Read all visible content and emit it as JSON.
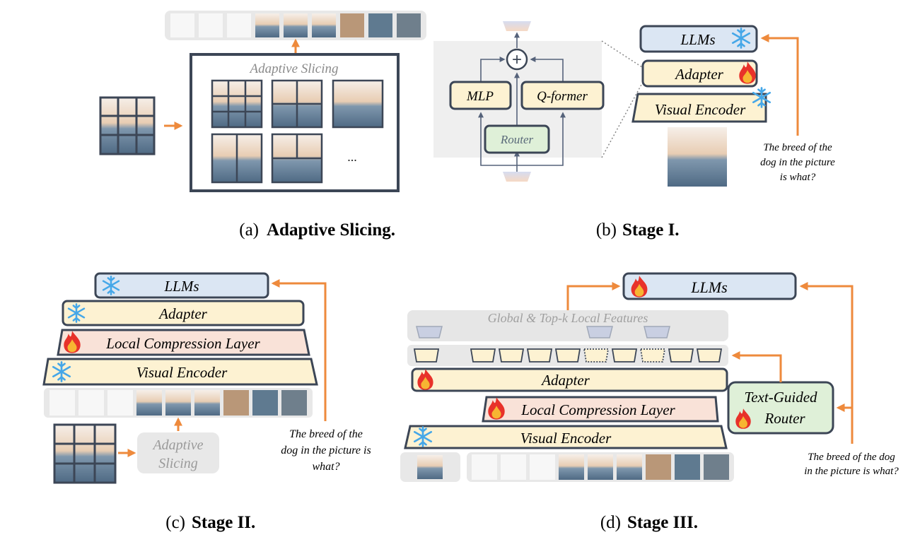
{
  "colors": {
    "arrow": "#ee8a3c",
    "dark_border": "#3c4656",
    "llm_fill": "#dbe6f3",
    "adapter_fill": "#fdf2d2",
    "lcl_fill": "#f9e2d8",
    "router_fill": "#dff0d8",
    "gray_panel": "#e6e6e6"
  },
  "captions": {
    "a": {
      "prefix": "(a)",
      "title": "Adaptive Slicing."
    },
    "b": {
      "prefix": "(b)",
      "title": "Stage I."
    },
    "c": {
      "prefix": "(c)",
      "title": "Stage II."
    },
    "d": {
      "prefix": "(d)",
      "title": "Stage III."
    }
  },
  "panel_a": {
    "box_title": "Adaptive Slicing",
    "ellipsis": "..."
  },
  "panel_b": {
    "mlp": "MLP",
    "qformer": "Q-former",
    "router": "Router",
    "plus": "+",
    "llms": "LLMs",
    "adapter": "Adapter",
    "visual_encoder": "Visual Encoder",
    "question": [
      "The breed of the",
      "dog in the picture",
      "is what?"
    ]
  },
  "panel_c": {
    "llms": "LLMs",
    "adapter": "Adapter",
    "lcl": "Local Compression Layer",
    "visual_encoder": "Visual Encoder",
    "slicing": [
      "Adaptive",
      "Slicing"
    ],
    "question": [
      "The breed of the",
      "dog in the picture is",
      "what?"
    ]
  },
  "panel_d": {
    "llms": "LLMs",
    "features": "Global & Top-k Local Features",
    "adapter": "Adapter",
    "lcl": "Local Compression Layer",
    "visual_encoder": "Visual Encoder",
    "router": [
      "Text-Guided",
      "Router"
    ],
    "question": [
      "The breed of the dog",
      "in the picture is what?"
    ]
  }
}
